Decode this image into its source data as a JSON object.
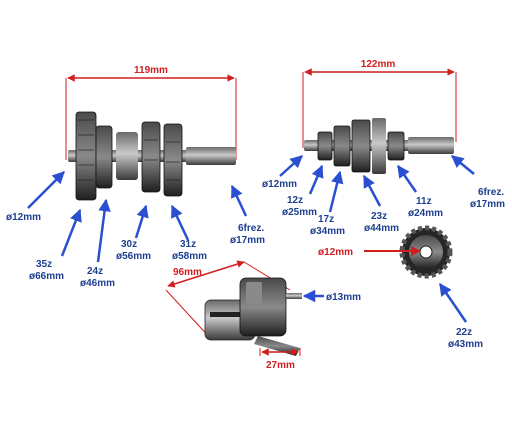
{
  "colors": {
    "dimension": "#d21e1e",
    "label": "#1e3f8f",
    "arrow": "#2a4fd0",
    "metal_dark": "#2b2b2b",
    "metal_light": "#a9a9a9",
    "background": "#ffffff"
  },
  "shaft_left": {
    "length_label": "119mm",
    "labels": {
      "end_left": "ø12mm",
      "g35_z": "35z",
      "g35_d": "ø66mm",
      "g24_z": "24z",
      "g24_d": "ø46mm",
      "g30_z": "30z",
      "g30_d": "ø56mm",
      "g31_z": "31z",
      "g31_d": "ø58mm",
      "spline_z": "6frez.",
      "spline_d": "ø17mm"
    }
  },
  "shaft_right": {
    "length_label": "122mm",
    "labels": {
      "end_left": "ø12mm",
      "g12_z": "12z",
      "g12_d": "ø25mm",
      "g17_z": "17z",
      "g17_d": "ø34mm",
      "g23_z": "23z",
      "g23_d": "ø44mm",
      "g11_z": "11z",
      "g11_d": "ø24mm",
      "spline_z": "6frez.",
      "spline_d": "ø17mm"
    }
  },
  "single_gear": {
    "bore_label": "ø12mm",
    "teeth_label": "22z",
    "diameter_label": "ø43mm"
  },
  "drum": {
    "length_label": "96mm",
    "shaft_label": "ø13mm",
    "width_label": "27mm"
  }
}
